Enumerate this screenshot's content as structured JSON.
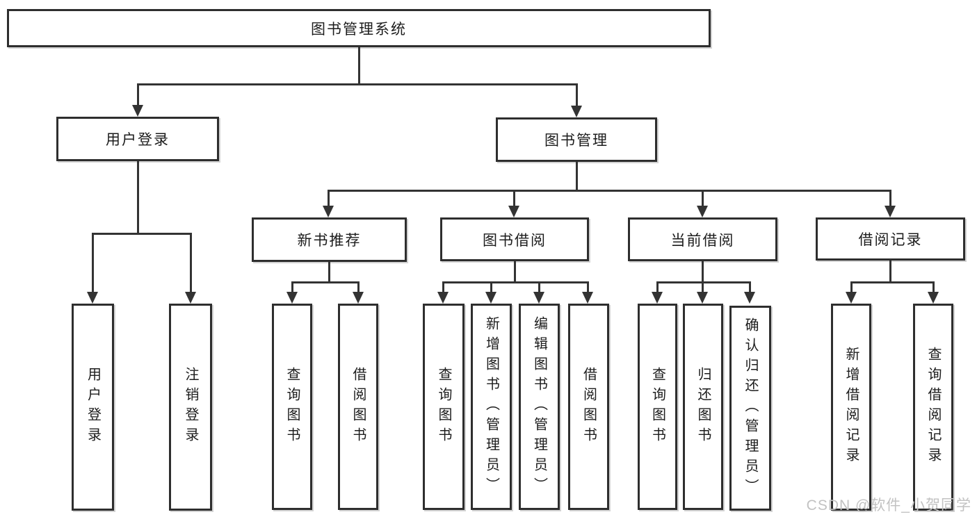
{
  "diagram": {
    "type": "tree",
    "root": "图书管理系统",
    "branches": [
      {
        "label": "用户登录",
        "children": [
          {
            "label": "用户登录"
          },
          {
            "label": "注销登录"
          }
        ]
      },
      {
        "label": "图书管理",
        "children": [
          {
            "label": "新书推荐",
            "children": [
              {
                "label": "查询图书"
              },
              {
                "label": "借阅图书"
              }
            ]
          },
          {
            "label": "图书借阅",
            "children": [
              {
                "label": "查询图书"
              },
              {
                "label": "新增图书（管理员）"
              },
              {
                "label": "编辑图书（管理员）"
              },
              {
                "label": "借阅图书"
              }
            ]
          },
          {
            "label": "当前借阅",
            "children": [
              {
                "label": "查询图书"
              },
              {
                "label": "归还图书"
              },
              {
                "label": "确认归还（管理员）"
              }
            ]
          },
          {
            "label": "借阅记录",
            "children": [
              {
                "label": "新增借阅记录"
              },
              {
                "label": "查询借阅记录"
              }
            ]
          }
        ]
      }
    ],
    "line_color": "#333333",
    "border_color": "#2e2e2e",
    "background": "#ffffff"
  },
  "watermark": "CSDN @软件_小贺同学"
}
